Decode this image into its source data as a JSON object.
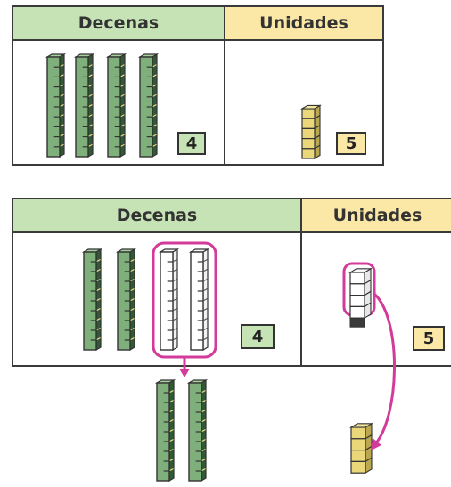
{
  "colors": {
    "tens_fill": "#7fb07c",
    "tens_dark": "#2f5a33",
    "tens_header": "#c6e3b6",
    "units_fill": "#e9d77a",
    "units_header": "#fbe8a6",
    "highlight": "#d23b9a"
  },
  "top_table": {
    "header_tens": "Decenas",
    "header_units": "Unidades",
    "tens_count": "4",
    "units_count": "5"
  },
  "bottom_table": {
    "header_tens": "Decenas",
    "header_units": "Unidades",
    "tens_count": "4",
    "units_count": "5"
  }
}
